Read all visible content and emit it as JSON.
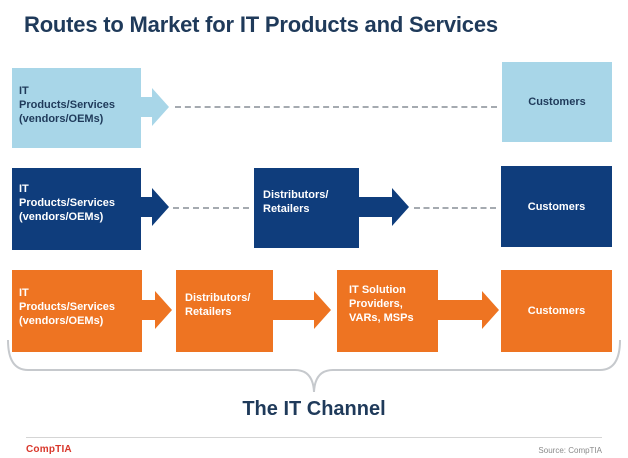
{
  "title": "Routes to Market for IT Products and Services",
  "rows": [
    {
      "vendor": [
        "IT",
        "Products/Services",
        "(vendors/OEMs)"
      ],
      "customers": "Customers"
    },
    {
      "vendor": [
        "IT",
        "Products/Services",
        "(vendors/OEMs)"
      ],
      "distributors": [
        "Distributors/",
        "Retailers"
      ],
      "customers": "Customers"
    },
    {
      "vendor": [
        "IT",
        "Products/Services",
        "(vendors/OEMs)"
      ],
      "distributors": [
        "Distributors/",
        "Retailers"
      ],
      "providers": [
        "IT Solution",
        "Providers,",
        "VARs, MSPs"
      ],
      "customers": "Customers"
    }
  ],
  "brace_label": "The IT Channel",
  "footer": {
    "logo": "CompTIA",
    "source": "Source: CompTIA"
  },
  "colors": {
    "row1": "#a8d6e8",
    "row2": "#0f3d7c",
    "row3": "#ee7422",
    "title": "#1f3a5a",
    "dash": "#a5aab0"
  }
}
